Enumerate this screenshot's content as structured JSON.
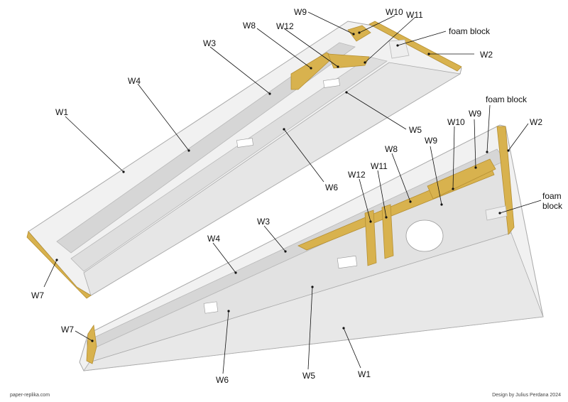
{
  "colors": {
    "panel_light": "#f1f1f1",
    "panel_mid": "#dcdcdc",
    "panel_dark": "#c4c4c4",
    "edge": "#a8a8a8",
    "wood": "#d8b24e",
    "wood_dark": "#b58f32",
    "foam": "#eeeeee",
    "text": "#111111"
  },
  "upper_wing_labels": {
    "w9": "W9",
    "w10": "W10",
    "w11": "W11",
    "w8": "W8",
    "w12": "W12",
    "foam_block": "foam block",
    "w2": "W2",
    "w3": "W3",
    "w4": "W4",
    "w1": "W1",
    "w5": "W5",
    "w6": "W6",
    "w7": "W7"
  },
  "lower_wing_labels": {
    "foam_block_top": "foam block",
    "w9_top": "W9",
    "w10": "W10",
    "w2": "W2",
    "w8": "W8",
    "w9": "W9",
    "w12": "W12",
    "w11": "W11",
    "foam_block_right_line1": "foam",
    "foam_block_right_line2": "block",
    "w3": "W3",
    "w4": "W4",
    "w7": "W7",
    "w6": "W6",
    "w5": "W5",
    "w1": "W1"
  },
  "footer": {
    "site": "paper-replika.com",
    "credit": "Design by Julius Perdana 2024"
  }
}
